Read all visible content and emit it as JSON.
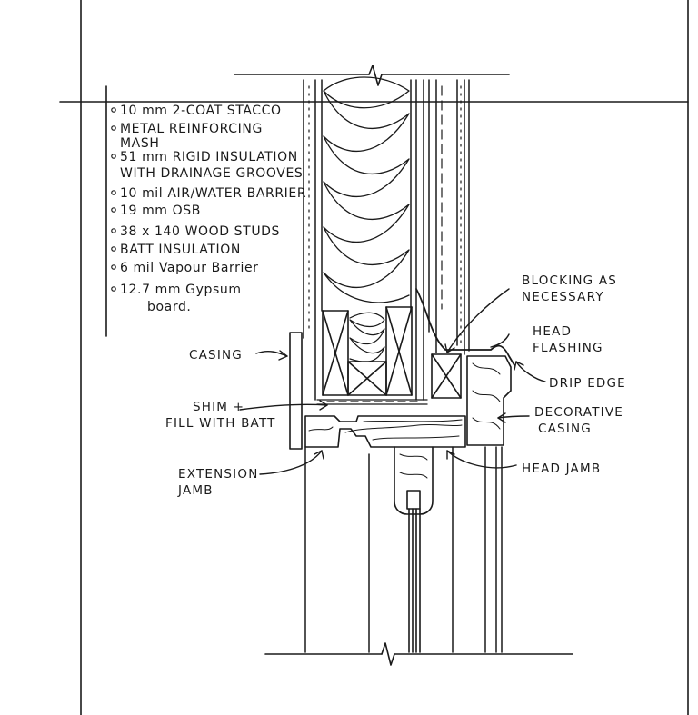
{
  "notes": [
    "10 mm 2-COAT STACCO",
    "METAL REINFORCING",
    "MASH",
    "51 mm RIGID INSULATION",
    "WITH DRAINAGE GROOVES",
    "10 mil AIR/WATER BARRIER",
    "19 mm OSB",
    "38 x 140 WOOD STUDS",
    "BATT INSULATION",
    "6 mil Vapour Barrier",
    "12.7 mm Gypsum",
    "board."
  ],
  "callouts": {
    "casing": "CASING",
    "shim_line1": "SHIM +",
    "shim_line2": "FILL WITH BATT",
    "extension_line1": "EXTENSION",
    "extension_line2": "JAMB",
    "blocking_line1": "BLOCKING AS",
    "blocking_line2": "NECESSARY",
    "head_flashing_line1": "HEAD",
    "head_flashing_line2": "FLASHING",
    "drip_edge": "DRIP EDGE",
    "decorative_line1": "DECORATIVE",
    "decorative_line2": "CASING",
    "head_jamb": "HEAD JAMB"
  },
  "colors": {
    "ink": "#1a1a1a",
    "paper": "#ffffff"
  }
}
